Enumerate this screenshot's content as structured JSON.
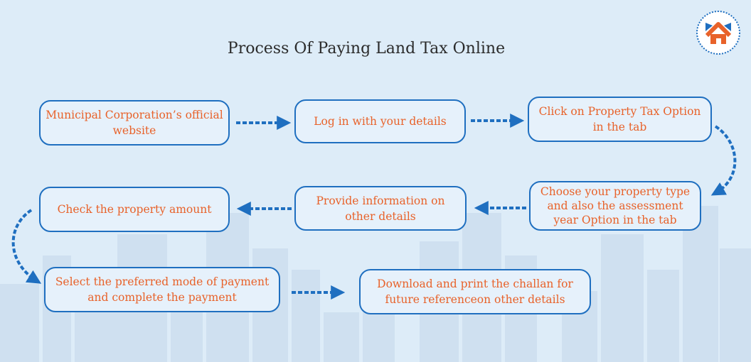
{
  "title": "Process Of Paying Land Tax Online",
  "colors": {
    "background": "#ddecf8",
    "box_border": "#1f6fc0",
    "step_text": "#e8622a",
    "arrow": "#1f6fc0",
    "title_text": "#2b2b2b"
  },
  "logo": {
    "icon": "house-logo-icon"
  },
  "steps": [
    {
      "id": "s1",
      "label": "Municipal Corporation’s official website"
    },
    {
      "id": "s2",
      "label": "Log in with your details"
    },
    {
      "id": "s3",
      "label": "Click on Property Tax Option in the tab"
    },
    {
      "id": "s4",
      "label": "Choose your property type and also the assessment year Option in the tab"
    },
    {
      "id": "s5",
      "label": "Provide information on other details"
    },
    {
      "id": "s6",
      "label": "Check the property amount"
    },
    {
      "id": "s7",
      "label": "Select the preferred mode of payment and complete the payment"
    },
    {
      "id": "s8",
      "label": "Download and print the challan for future referenceon other details"
    }
  ],
  "edges": [
    {
      "from": "s1",
      "to": "s2"
    },
    {
      "from": "s2",
      "to": "s3"
    },
    {
      "from": "s3",
      "to": "s4"
    },
    {
      "from": "s4",
      "to": "s5"
    },
    {
      "from": "s5",
      "to": "s6"
    },
    {
      "from": "s6",
      "to": "s7"
    },
    {
      "from": "s7",
      "to": "s8"
    }
  ]
}
